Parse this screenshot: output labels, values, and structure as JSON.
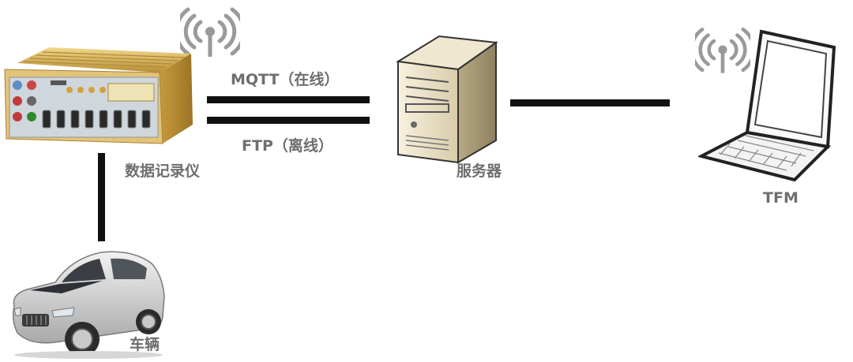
{
  "nodes": {
    "logger": {
      "label": "数据记录仪",
      "icon": "data-logger-device-icon"
    },
    "server": {
      "label": "服务器",
      "icon": "server-tower-icon"
    },
    "laptop": {
      "label": "TFM",
      "icon": "laptop-icon"
    },
    "vehicle": {
      "label": "车辆",
      "icon": "car-icon"
    }
  },
  "links": {
    "mqtt": {
      "label": "MQTT（在线）"
    },
    "ftp": {
      "label": "FTP（离线）"
    }
  },
  "icons": {
    "wireless_logger": "wireless-signal-icon",
    "wireless_laptop": "wireless-signal-icon"
  },
  "colors": {
    "label": "#6e6e6e",
    "line": "#111111",
    "logger_body": "#d9b35c",
    "server_body": "#efe6cf",
    "car_body": "#c8c8c8"
  }
}
